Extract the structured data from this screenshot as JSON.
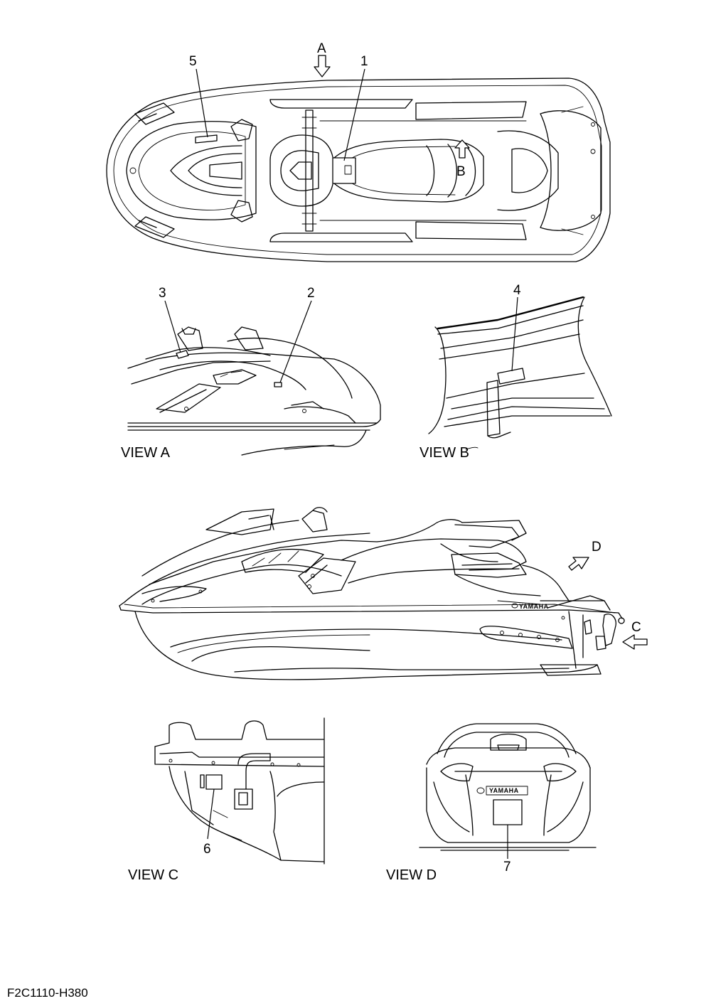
{
  "callouts": {
    "c1": "1",
    "c2": "2",
    "c3": "3",
    "c4": "4",
    "c5": "5",
    "c6": "6",
    "c7": "7"
  },
  "view_arrows": {
    "a": "A",
    "b": "B",
    "c": "C",
    "d": "D"
  },
  "view_captions": {
    "a": "VIEW A",
    "b": "VIEW B",
    "c": "VIEW C",
    "d": "VIEW D"
  },
  "brand_marks": {
    "side_logo": "YAMAHA",
    "rear_logo": "YAMAHA"
  },
  "figure_code": "F2C1110-H380"
}
